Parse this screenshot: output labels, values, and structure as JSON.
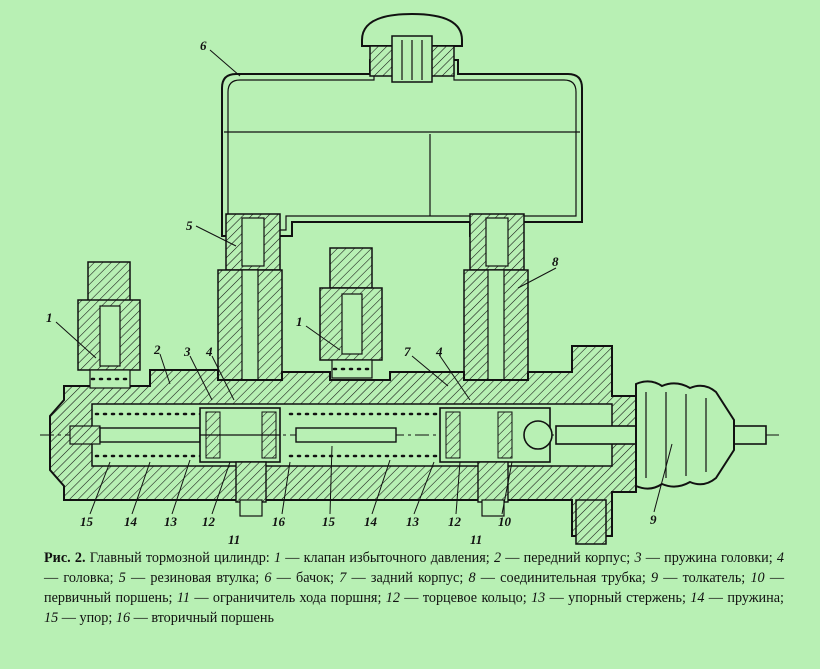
{
  "figure": {
    "label": "Рис. 2.",
    "title": "Главный тормозной цилиндр:",
    "legend": [
      {
        "n": "1",
        "text": "клапан избыточного давления"
      },
      {
        "n": "2",
        "text": "передний корпус"
      },
      {
        "n": "3",
        "text": "пружина головки"
      },
      {
        "n": "4",
        "text": "головка"
      },
      {
        "n": "5",
        "text": "резиновая втулка"
      },
      {
        "n": "6",
        "text": "бачок"
      },
      {
        "n": "7",
        "text": "задний корпус"
      },
      {
        "n": "8",
        "text": "соединительная трубка"
      },
      {
        "n": "9",
        "text": "толкатель"
      },
      {
        "n": "10",
        "text": "первичный поршень"
      },
      {
        "n": "11",
        "text": "ограничитель хода поршня"
      },
      {
        "n": "12",
        "text": "торцевое кольцо"
      },
      {
        "n": "13",
        "text": "упорный стержень"
      },
      {
        "n": "14",
        "text": "пружина"
      },
      {
        "n": "15",
        "text": "упор"
      },
      {
        "n": "16",
        "text": "вторичный поршень"
      }
    ]
  },
  "callouts": {
    "c1a": "1",
    "c1b": "1",
    "c2": "2",
    "c3": "3",
    "c4a": "4",
    "c4b": "4",
    "c5": "5",
    "c6": "6",
    "c7": "7",
    "c8": "8",
    "c9": "9",
    "c10": "10",
    "c11a": "11",
    "c11b": "11",
    "c12a": "12",
    "c12b": "12",
    "c13a": "13",
    "c13b": "13",
    "c14a": "14",
    "c14b": "14",
    "c15a": "15",
    "c15b": "15",
    "c16": "16"
  },
  "colors": {
    "background": "#b8f0b4",
    "ink": "#111111"
  }
}
